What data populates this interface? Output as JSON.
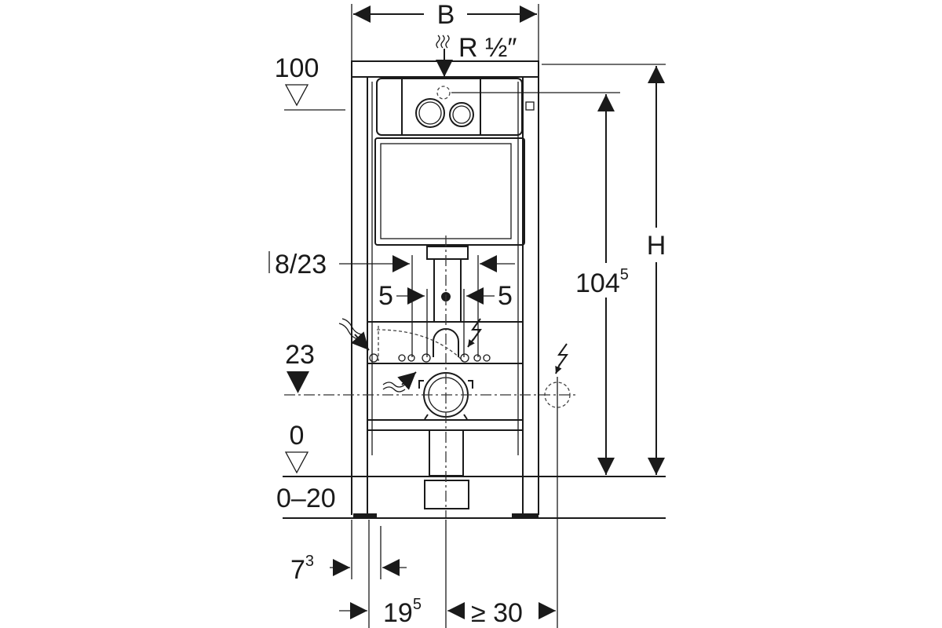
{
  "diagram": {
    "width_label": "B",
    "water_inlet_label": "R ½″",
    "height_label": "H",
    "flush_height_value": "104",
    "flush_height_sup": "5",
    "level_100": "100",
    "level_23": "23",
    "level_0": "0",
    "floor_range": "0–20",
    "pipe_offset": "8/23",
    "left_offset": "5",
    "right_offset": "5",
    "leg_offset_value": "7",
    "leg_offset_sup": "3",
    "wall_offset_value": "19",
    "wall_offset_sup": "5",
    "socket_distance": "≥ 30"
  }
}
